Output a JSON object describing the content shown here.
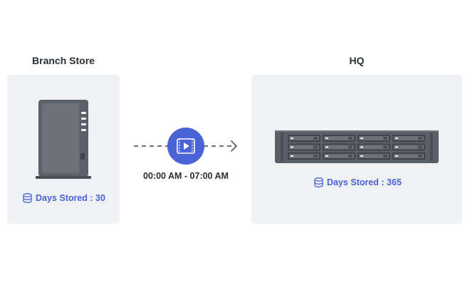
{
  "branch": {
    "title": "Branch Store",
    "stat_label": "Days Stored : 30",
    "device_icon": "desktop-nas-icon",
    "stat_icon": "database-icon"
  },
  "hq": {
    "title": "HQ",
    "stat_label": "Days Stored : 365",
    "device_icon": "rackmount-nas-icon",
    "stat_icon": "database-icon"
  },
  "transfer": {
    "schedule": "00:00 AM - 07:00 AM",
    "icon": "video-icon"
  },
  "colors": {
    "accent": "#4a63d6",
    "panel": "#eff1f4",
    "device": "#5a6068",
    "arrow": "#5c6066"
  }
}
